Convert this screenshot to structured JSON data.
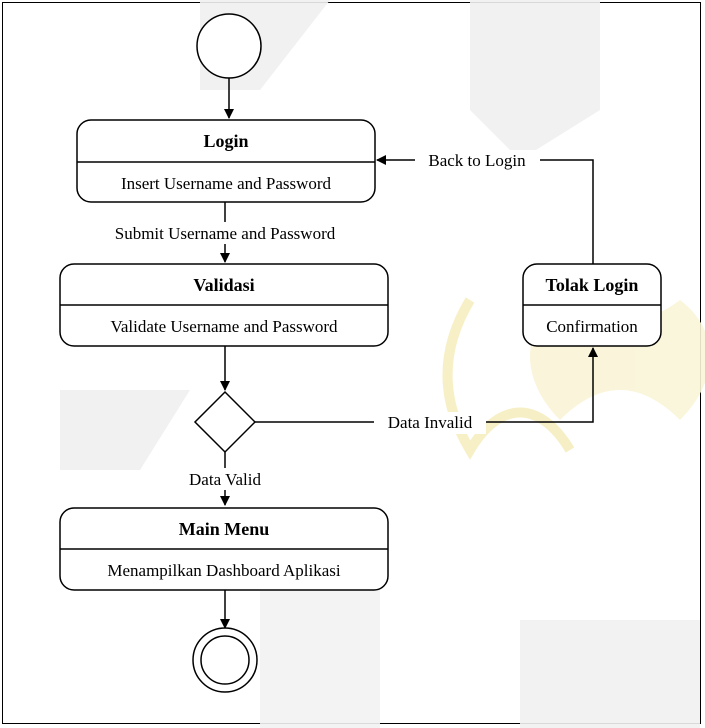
{
  "diagram": {
    "type": "activity-diagram",
    "nodes": {
      "login": {
        "title": "Login",
        "body": "Insert Username and Password"
      },
      "validasi": {
        "title": "Validasi",
        "body": "Validate Username and Password"
      },
      "tolak": {
        "title": "Tolak Login",
        "body": "Confirmation"
      },
      "main_menu": {
        "title": "Main Menu",
        "body": "Menampilkan Dashboard Aplikasi"
      }
    },
    "edges": {
      "submit": "Submit Username and Password",
      "valid": "Data Valid",
      "invalid": "Data Invalid",
      "back": "Back to Login"
    },
    "colors": {
      "line": "#000000",
      "watermark_gray": "#ececec",
      "watermark_gold": "#f7efc2"
    }
  }
}
